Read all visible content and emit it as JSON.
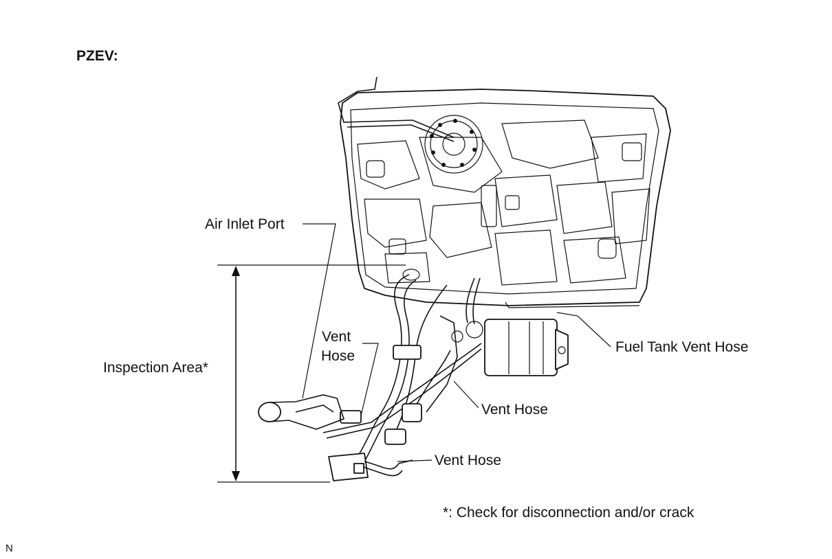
{
  "title": "PZEV:",
  "labels": {
    "air_inlet_port": "Air Inlet Port",
    "inspection_area": "Inspection Area*",
    "vent_hose_a_line1": "Vent",
    "vent_hose_a_line2": "Hose",
    "fuel_tank_vent_hose": "Fuel Tank Vent Hose",
    "vent_hose_b": "Vent Hose",
    "vent_hose_c": "Vent Hose"
  },
  "footnote": "*: Check for disconnection and/or crack",
  "figure_code": "N"
}
